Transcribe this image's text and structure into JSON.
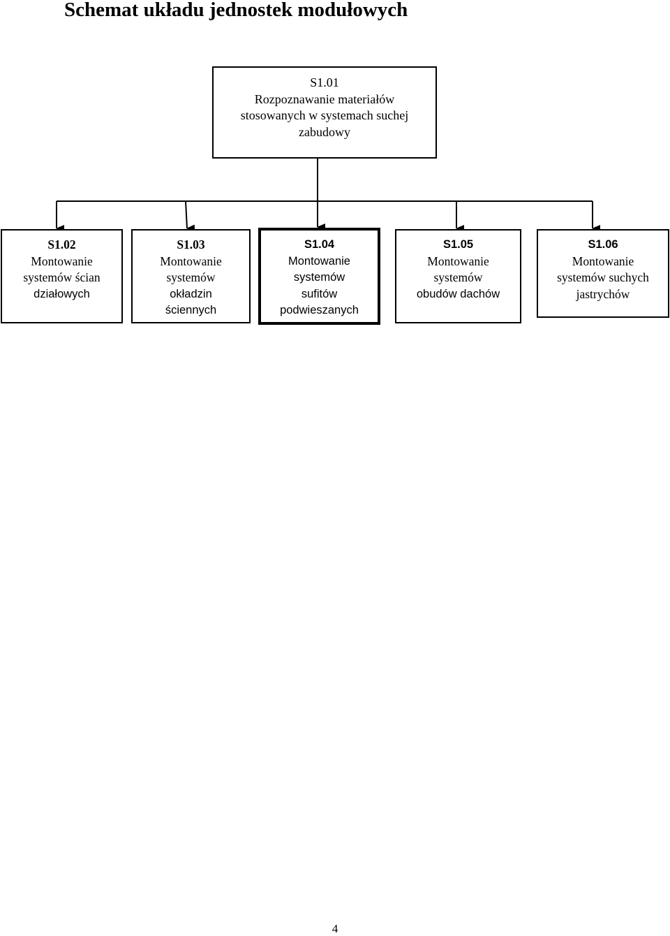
{
  "title": "Schemat układu jednostek modułowych",
  "root": {
    "code": "S1.01",
    "lines": [
      "Rozpoznawanie materiałów",
      "stosowanych w systemach suchej",
      "zabudowy"
    ]
  },
  "modules": [
    {
      "code": "S1.02",
      "lines": [
        "Montowanie",
        "systemów ścian",
        "działowych"
      ]
    },
    {
      "code": "S1.03",
      "lines": [
        "Montowanie",
        "systemów",
        "okładzin",
        "ściennych"
      ]
    },
    {
      "code": "S1.04",
      "lines": [
        "Montowanie",
        "systemów",
        "sufitów",
        "podwieszanych"
      ]
    },
    {
      "code": "S1.05",
      "lines": [
        "Montowanie",
        "systemów",
        "obudów dachów"
      ]
    },
    {
      "code": "S1.06",
      "lines": [
        "Montowanie",
        "systemów suchych",
        "jastrychów"
      ]
    }
  ],
  "page_number": "4"
}
